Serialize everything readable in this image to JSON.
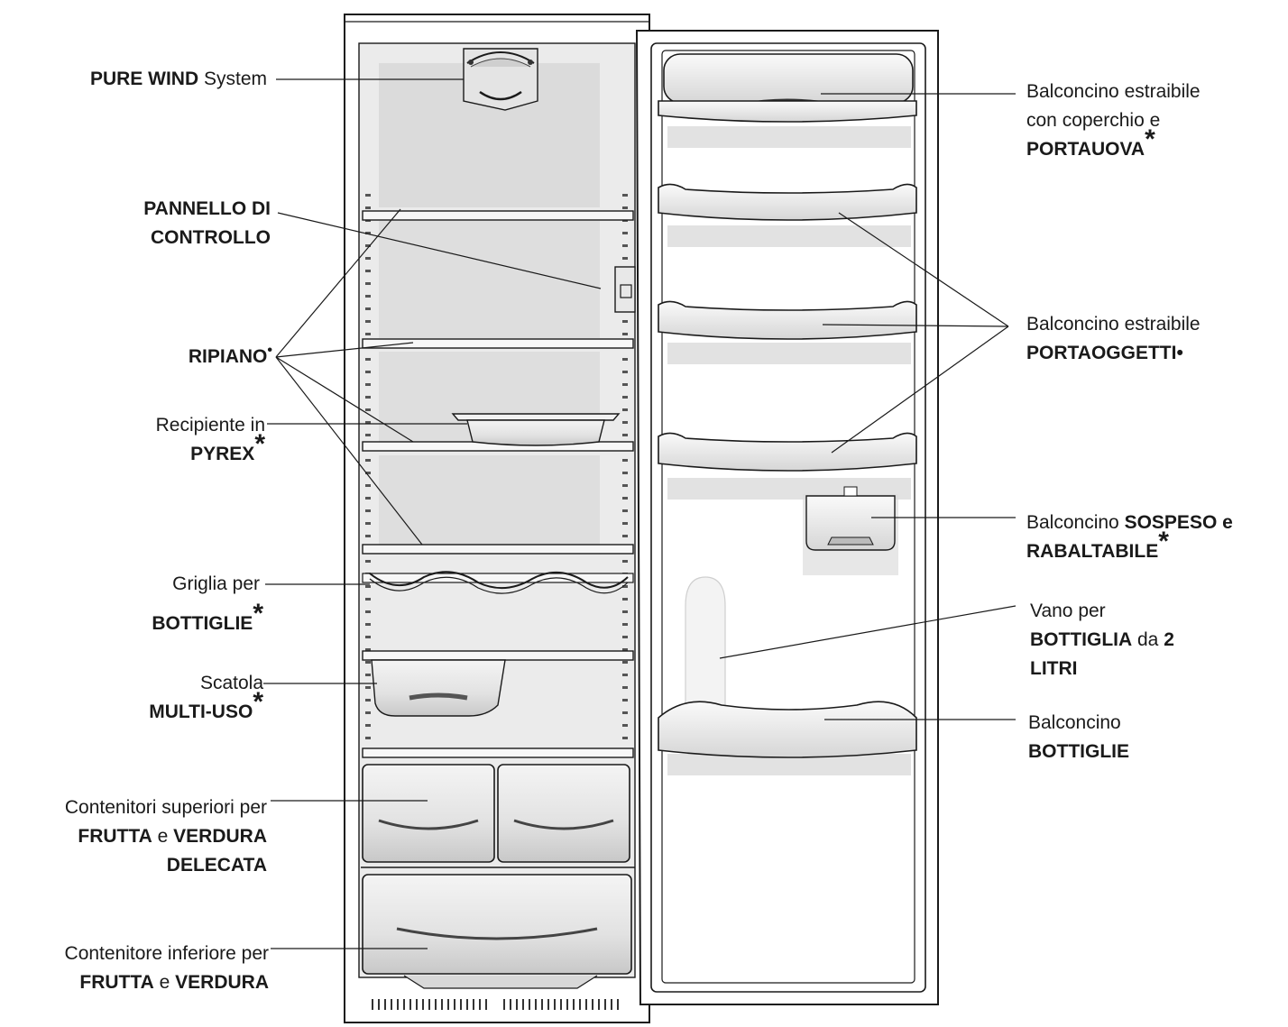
{
  "colors": {
    "line": "#1a1a1a",
    "interior": "#ececec",
    "shade": "#d2d2d2",
    "white": "#ffffff"
  },
  "labels": {
    "pure_wind": {
      "b1": "PURE WIND",
      "t1": " System"
    },
    "pannello": {
      "l1": "PANNELLO DI",
      "l2": "CONTROLLO"
    },
    "ripiano": {
      "b1": "RIPIANO",
      "mark": "•"
    },
    "pyrex": {
      "l1": "Recipiente in",
      "b2": "PYREX",
      "mark": "*"
    },
    "griglia": {
      "l1": "Griglia  per",
      "b2": "BOTTIGLIE",
      "mark": "*"
    },
    "scatola": {
      "l1": "Scatola",
      "b2": "MULTI-USO",
      "mark": "*"
    },
    "cont_sup": {
      "l1": "Contenitori superiori per",
      "b2a": "FRUTTA",
      "t2": " e ",
      "b2b": "VERDURA",
      "b3": "DELECATA"
    },
    "cont_inf": {
      "l1": "Contenitore inferiore per",
      "b2a": "FRUTTA",
      "t2": " e ",
      "b2b": "VERDURA"
    },
    "portauova": {
      "l1": "Balconcino estraibile",
      "l2": "con coperchio e",
      "b3": "PORTAUOVA",
      "mark": "*"
    },
    "portaoggetti": {
      "l1": "Balconcino estraibile",
      "b2": "PORTAOGGETTI",
      "mark": "•"
    },
    "sospeso": {
      "t1": "Balconcino ",
      "b1": "SOSPESO e",
      "b2": "RABALTABILE",
      "mark": "*"
    },
    "vano": {
      "l1": "Vano per",
      "b2": "BOTTIGLIA",
      "t2": " da ",
      "b2n": "2",
      "b3": "LITRI"
    },
    "bottiglie": {
      "l1": "Balconcino",
      "b2": "BOTTIGLIE"
    }
  }
}
